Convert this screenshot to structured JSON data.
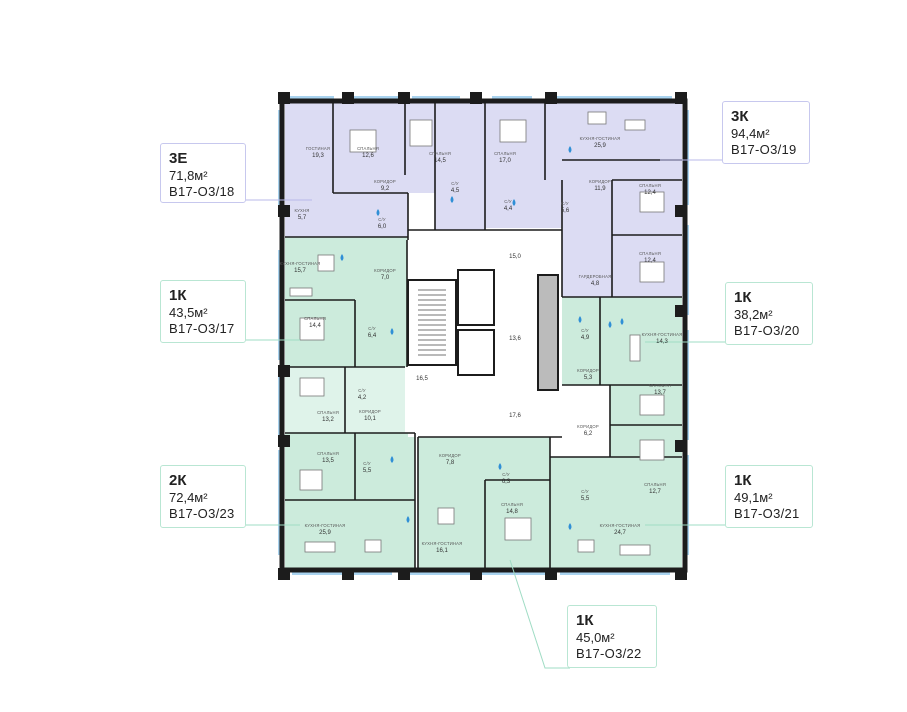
{
  "rooms": [
    {
      "label": "ГОСТИНАЯ",
      "area": "19,3"
    },
    {
      "label": "СПАЛЬНЯ",
      "area": "12,6"
    },
    {
      "label": "СПАЛЬНЯ",
      "area": "14,5"
    },
    {
      "label": "СПАЛЬНЯ",
      "area": "17,0"
    },
    {
      "label": "КУХНЯ-ГОСТИНАЯ",
      "area": "25,9"
    },
    {
      "label": "КОРИДОР",
      "area": "9,2"
    },
    {
      "label": "С/У",
      "area": "6,0"
    },
    {
      "label": "С/У",
      "area": "4,5"
    },
    {
      "label": "С/У",
      "area": "4,4"
    },
    {
      "label": "С/У",
      "area": "5,6"
    },
    {
      "label": "КОРИДОР",
      "area": "11,9"
    },
    {
      "label": "СПАЛЬНЯ",
      "area": "12,4"
    },
    {
      "label": "СПАЛЬНЯ",
      "area": "12,4"
    },
    {
      "label": "ГАРДЕРОБНАЯ",
      "area": "4,8"
    },
    {
      "label": "КУХНЯ",
      "area": "5,7"
    },
    {
      "label": "КУХНЯ-ГОСТИНАЯ",
      "area": "15,7"
    },
    {
      "label": "КОРИДОР",
      "area": "7,0"
    },
    {
      "label": "СПАЛЬНЯ",
      "area": "14,4"
    },
    {
      "label": "С/У",
      "area": "6,4"
    },
    {
      "label": "С/У",
      "area": "4,9"
    },
    {
      "label": "КУХНЯ-ГОСТИНАЯ",
      "area": "14,3"
    },
    {
      "label": "КОРИДОР",
      "area": "5,3"
    },
    {
      "label": "СПАЛЬНЯ",
      "area": "13,7"
    },
    {
      "label": "С/У",
      "area": "4,2"
    },
    {
      "label": "СПАЛЬНЯ",
      "area": "13,2"
    },
    {
      "label": "КОРИДОР",
      "area": "10,1"
    },
    {
      "label": "СПАЛЬНЯ",
      "area": "13,5"
    },
    {
      "label": "С/У",
      "area": "5,5"
    },
    {
      "label": "КУХНЯ-ГОСТИНАЯ",
      "area": "25,9"
    },
    {
      "label": "КОРИДОР",
      "area": "7,8"
    },
    {
      "label": "С/У",
      "area": "6,3"
    },
    {
      "label": "КУХНЯ-ГОСТИНАЯ",
      "area": "16,1"
    },
    {
      "label": "СПАЛЬНЯ",
      "area": "14,8"
    },
    {
      "label": "КОРИДОР",
      "area": "6,2"
    },
    {
      "label": "С/У",
      "area": "5,5"
    },
    {
      "label": "СПАЛЬНЯ",
      "area": "12,7"
    },
    {
      "label": "КУХНЯ-ГОСТИНАЯ",
      "area": "24,7"
    }
  ],
  "common_areas": [
    "15,0",
    "13,6",
    "16,5",
    "17,6"
  ],
  "apartments": [
    {
      "type": "3Е",
      "area": "71,8м²",
      "code": "B17-O3/18"
    },
    {
      "type": "3К",
      "area": "94,4м²",
      "code": "B17-O3/19"
    },
    {
      "type": "1К",
      "area": "43,5м²",
      "code": "B17-O3/17"
    },
    {
      "type": "1К",
      "area": "38,2м²",
      "code": "B17-O3/20"
    },
    {
      "type": "2К",
      "area": "72,4м²",
      "code": "B17-O3/23"
    },
    {
      "type": "1К",
      "area": "49,1м²",
      "code": "B17-O3/21"
    },
    {
      "type": "1К",
      "area": "45,0м²",
      "code": "B17-O3/22"
    }
  ],
  "colors": {
    "lavender": "#dcdcf3",
    "mint": "#ccebdc",
    "mint_light": "#dff3ea",
    "window": "#a9d3ef",
    "wall": "#1c1c1c",
    "leader_mint": "#9fdcc4",
    "leader_lavender": "#b8b9ea",
    "water_drop": "#2f8fd6"
  }
}
